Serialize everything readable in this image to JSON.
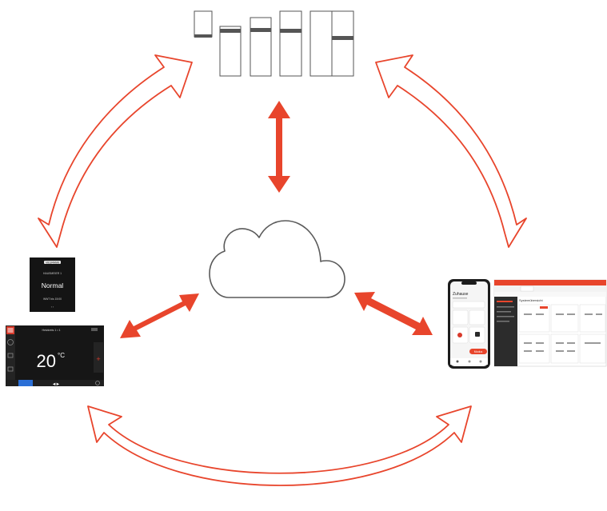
{
  "colors": {
    "arrow": "#e8452c",
    "outline": "#555555",
    "device_dark": "#141414",
    "accent_red": "#d93a2b",
    "accent_blue": "#2b6fd6"
  },
  "icons": {
    "top": "heating-system-units-icon",
    "center": "cloud-icon",
    "left": "heating-controllers-icon",
    "right": "mobile-app-and-web-portal-icon"
  },
  "small_display": {
    "brand": "VIESMANN",
    "subtitle": "HAUSMEIER 1",
    "mode": "Normal",
    "line": "WWT bis 15:00",
    "nav": "‹ ›"
  },
  "large_display": {
    "header": "Heizkreis 1 • 1",
    "temperature": "20",
    "unit": "°C",
    "footer_nav": "◀ ▶"
  },
  "phone": {
    "title": "Zuhause",
    "button": "Modus"
  },
  "portal": {
    "title": "Systemübersicht"
  }
}
